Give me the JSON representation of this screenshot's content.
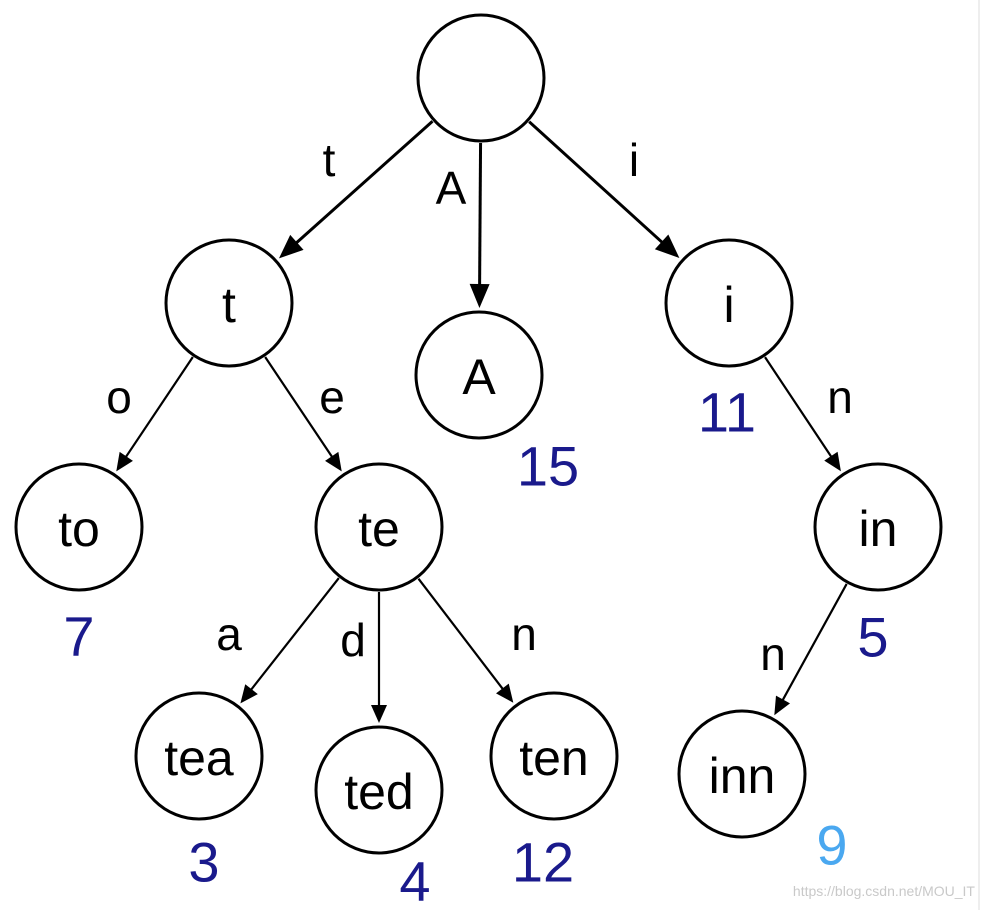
{
  "colors": {
    "value_color": "#1a1a8c",
    "highlight_value_color": "#4aa8f0"
  },
  "nodes": [
    {
      "id": "root",
      "label": ""
    },
    {
      "id": "t",
      "label": "t"
    },
    {
      "id": "A",
      "label": "A",
      "value": "15"
    },
    {
      "id": "i",
      "label": "i",
      "value": "11"
    },
    {
      "id": "to",
      "label": "to",
      "value": "7"
    },
    {
      "id": "te",
      "label": "te"
    },
    {
      "id": "in",
      "label": "in",
      "value": "5"
    },
    {
      "id": "tea",
      "label": "tea",
      "value": "3"
    },
    {
      "id": "ted",
      "label": "ted",
      "value": "4"
    },
    {
      "id": "ten",
      "label": "ten",
      "value": "12"
    },
    {
      "id": "inn",
      "label": "inn",
      "value": "9",
      "value_highlight": true
    }
  ],
  "edges": [
    {
      "from": "root",
      "to": "t",
      "label": "t"
    },
    {
      "from": "root",
      "to": "A",
      "label": "A"
    },
    {
      "from": "root",
      "to": "i",
      "label": "i"
    },
    {
      "from": "t",
      "to": "to",
      "label": "o"
    },
    {
      "from": "t",
      "to": "te",
      "label": "e"
    },
    {
      "from": "i",
      "to": "in",
      "label": "n"
    },
    {
      "from": "te",
      "to": "tea",
      "label": "a"
    },
    {
      "from": "te",
      "to": "ted",
      "label": "d"
    },
    {
      "from": "te",
      "to": "ten",
      "label": "n"
    },
    {
      "from": "in",
      "to": "inn",
      "label": "n"
    }
  ],
  "watermark": "https://blog.csdn.net/MOU_IT"
}
